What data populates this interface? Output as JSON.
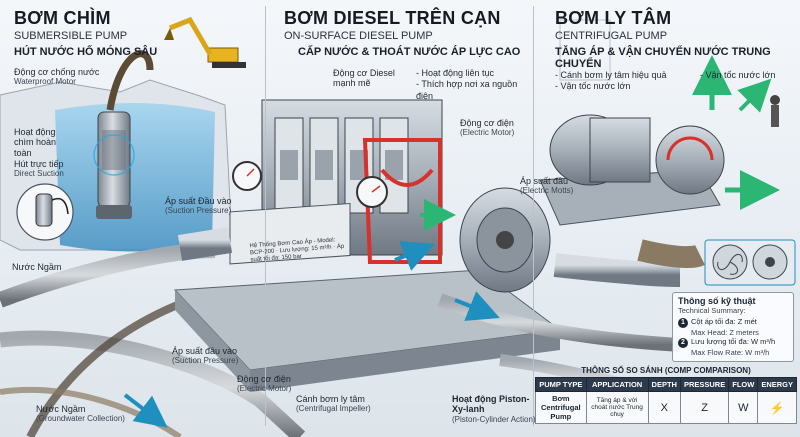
{
  "colors": {
    "water": "#6fb7de",
    "steel": "#a9b2bb",
    "red": "#d8302b",
    "green": "#2bb673",
    "teal": "#1f8fbf",
    "hose": "#8a8f96"
  },
  "left": {
    "title": "BƠM CHÌM",
    "subtitle": "SUBMERSIBLE PUMP",
    "lead": "HÚT NƯỚC HỐ MÓNG SÂU",
    "motor_vi": "Động cơ chống nước",
    "motor_en": "Waterproof Motor",
    "submerged_vi": "Hoạt động chìm hoàn toàn",
    "suction_vi": "Hút trực tiếp",
    "suction_en": "Direct Suction",
    "water_vi": "Nước Ngầm"
  },
  "center": {
    "title": "BƠM DIESEL TRÊN CẠN",
    "subtitle": "ON-SURFACE DIESEL PUMP",
    "lead": "CẤP NƯỚC & THOÁT NƯỚC ÁP LỰC CAO",
    "diesel_vi": "Động cơ Diesel mạnh mẽ",
    "bullet1": "- Hoạt động liên tục",
    "bullet2": "- Thích hợp nơi xa nguồn điện",
    "motor_vi": "Động cơ điện",
    "motor_en": "(Electric Motor)",
    "suction_top_vi": "Áp suất Đầu vào",
    "suction_top_en": "(Suction Pressure)",
    "suction_bot_vi": "Áp suất đầu vào",
    "suction_bot_en": "(Suction Pressure)",
    "motor2_vi": "Động cơ điện",
    "motor2_en": "(Electric Motor)",
    "impeller_vi": "Cánh bơm ly tâm",
    "impeller_en": "(Centrifugal Impeller)",
    "piston_vi": "Hoạt động Piston-Xy-lanh",
    "piston_en": "(Piston-Cylinder Action)",
    "ground_vi": "Nước Ngầm",
    "ground_en": "(Groundwater Collection)",
    "plate": "Hệ Thống Bơm Cao Áp - Model: BCP-200 · Lưu lượng: 15 m³/h · Áp suất tối đa: 150 bar"
  },
  "right": {
    "title": "BƠM LY TÂM",
    "subtitle": "CENTRIFUGAL PUMP",
    "lead": "TĂNG ÁP & VẬN CHUYỂN NƯỚC TRUNG CHUYỂN",
    "bullet1": "- Cánh bơm ly tâm hiệu quả",
    "bullet2": "- Vận tốc nước lớn",
    "bullet3": "- Vận tốc nước lớn",
    "emotor_vi": "Áp suất đầu",
    "emotor_en": "(Electric Motts)"
  },
  "tech": {
    "title": "Thông số kỹ thuật",
    "title_en": "Technical Summary:",
    "item1_vi": "Cột áp tối đa: Z mét",
    "item1_en": "Max Head: Z meters",
    "item1_num": "1",
    "item2_vi": "Lưu lượng tối đa: W m³/h",
    "item2_en": "Max Flow Rate: W m³/h",
    "item2_num": "2"
  },
  "comparison": {
    "title": "THÔNG SỐ SO SÁNH (COMP COMPARISON)",
    "headers": [
      "PUMP TYPE",
      "APPLICATION",
      "DEPTH",
      "PRESSURE",
      "FLOW",
      "ENERGY"
    ],
    "row": {
      "type": "Bơm Centrifugal Pump",
      "application": "Tăng áp & vời choát nước Trung chuy",
      "depth": "X",
      "pressure": "Z",
      "flow": "W",
      "energy": "⚡"
    }
  }
}
